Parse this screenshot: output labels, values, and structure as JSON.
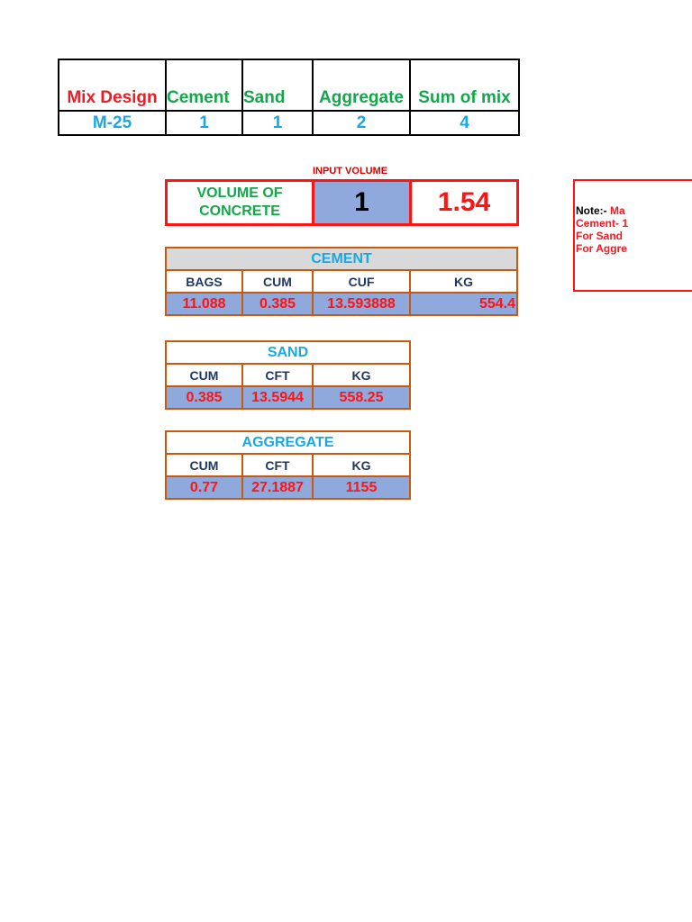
{
  "mix_design": {
    "headers": [
      "Mix Design",
      "Cement",
      "Sand",
      "Aggregate",
      "Sum of mix"
    ],
    "values": [
      "M-25",
      "1",
      "1",
      "2",
      "4"
    ]
  },
  "input_volume": {
    "caption": "INPUT VOLUME",
    "label": "VOLUME OF CONCRETE",
    "value": "1",
    "factor": "1.54"
  },
  "cement": {
    "title": "CEMENT",
    "columns": [
      "BAGS",
      "CUM",
      "CUF",
      "KG"
    ],
    "values": [
      "11.088",
      "0.385",
      "13.593888",
      "554.4"
    ]
  },
  "sand": {
    "title": "SAND",
    "columns": [
      "CUM",
      "CFT",
      "KG"
    ],
    "values": [
      "0.385",
      "13.5944",
      "558.25"
    ]
  },
  "aggregate": {
    "title": "AGGREGATE",
    "columns": [
      "CUM",
      "CFT",
      "KG"
    ],
    "values": [
      "0.77",
      "27.1887",
      "1155"
    ]
  },
  "note": {
    "label": "Note:-",
    "first_line_rest": "Ma",
    "lines": [
      "Cement- 1",
      "For Sand",
      "For Aggre"
    ]
  }
}
